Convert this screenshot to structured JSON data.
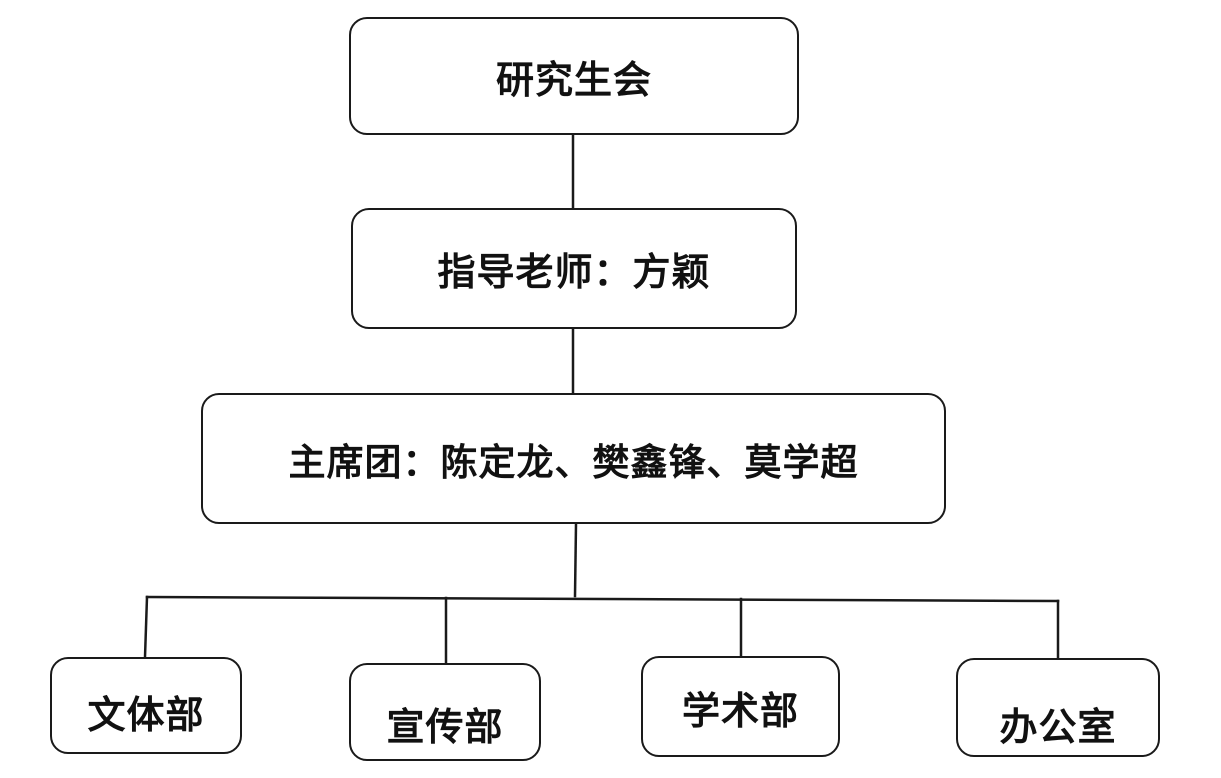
{
  "org_chart": {
    "root": {
      "label": "研究生会"
    },
    "advisor": {
      "label": "指导老师：方颖"
    },
    "presidium": {
      "label": "主席团：陈定龙、樊鑫锋、莫学超"
    },
    "departments": [
      {
        "label": "文体部"
      },
      {
        "label": "宣传部"
      },
      {
        "label": "学术部"
      },
      {
        "label": "办公室"
      }
    ]
  }
}
